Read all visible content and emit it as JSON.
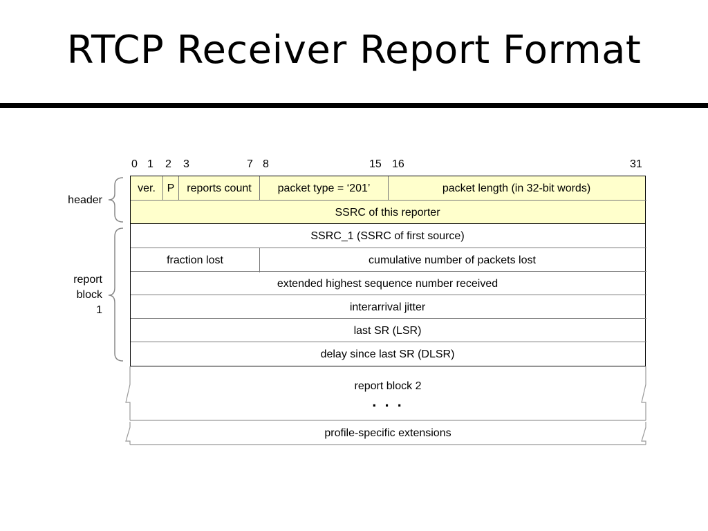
{
  "title": "RTCP Receiver Report Format",
  "bit_labels": [
    "0",
    "1",
    "2",
    "3",
    "7",
    "8",
    "15",
    "16",
    "31"
  ],
  "side_labels": {
    "header": "header",
    "report_block": [
      "report",
      "block",
      "1"
    ]
  },
  "header_row1": {
    "ver": "ver.",
    "p": "P",
    "reports_count": "reports count",
    "packet_type": "packet type = ‘201’",
    "packet_length": "packet length (in 32-bit words)"
  },
  "header_row2": "SSRC of this reporter",
  "report_block_1": {
    "ssrc1": "SSRC_1 (SSRC of first source)",
    "fraction_lost": "fraction lost",
    "cumulative_lost": "cumulative number of packets lost",
    "ext_highest_seq": "extended highest sequence number received",
    "jitter": "interarrival jitter",
    "last_sr": "last SR (LSR)",
    "dlsr": "delay since last SR (DLSR)"
  },
  "report_block_2": "report block 2",
  "ellipsis": ". . .",
  "profile_ext": "profile-specific extensions",
  "colors": {
    "header_fill": "#ffffcc",
    "border": "#000000",
    "divider": "#777777"
  }
}
